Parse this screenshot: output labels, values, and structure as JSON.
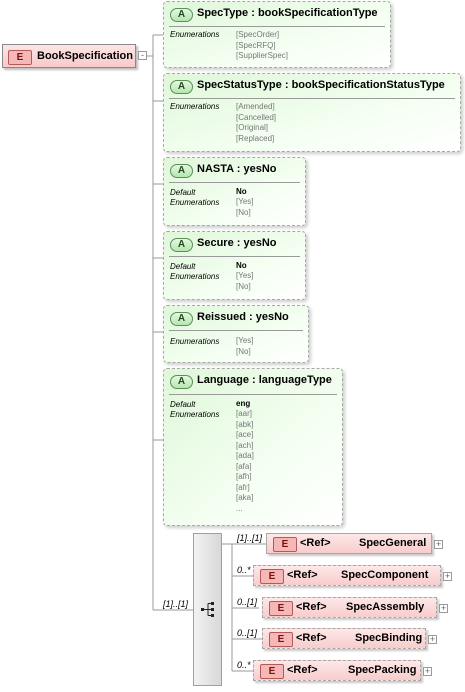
{
  "root": {
    "badge": "E",
    "name": "BookSpecification",
    "expander": "-"
  },
  "attributes": [
    {
      "badge": "A",
      "name": "SpecType",
      "type": "bookSpecificationType",
      "enum_label": "Enumerations",
      "enums": [
        "[SpecOrder]",
        "[SpecRFQ]",
        "[SupplierSpec]"
      ]
    },
    {
      "badge": "A",
      "name": "SpecStatusType",
      "type": "bookSpecificationStatusType",
      "enum_label": "Enumerations",
      "enums": [
        "[Amended]",
        "[Cancelled]",
        "[Original]",
        "[Replaced]"
      ]
    },
    {
      "badge": "A",
      "name": "NASTA",
      "type": "yesNo",
      "default_label": "Default",
      "default": "No",
      "enum_label": "Enumerations",
      "enums": [
        "[Yes]",
        "[No]"
      ]
    },
    {
      "badge": "A",
      "name": "Secure",
      "type": "yesNo",
      "default_label": "Default",
      "default": "No",
      "enum_label": "Enumerations",
      "enums": [
        "[Yes]",
        "[No]"
      ]
    },
    {
      "badge": "A",
      "name": "Reissued",
      "type": "yesNo",
      "enum_label": "Enumerations",
      "enums": [
        "[Yes]",
        "[No]"
      ]
    },
    {
      "badge": "A",
      "name": "Language",
      "type": "languageType",
      "default_label": "Default",
      "default": "eng",
      "enum_label": "Enumerations",
      "enums": [
        "[aar]",
        "[abk]",
        "[ace]",
        "[ach]",
        "[ada]",
        "[afa]",
        "[afh]",
        "[afr]",
        "[aka]",
        "..."
      ]
    }
  ],
  "separator": ":",
  "sequence": {
    "occurrence": "[1]..[1]"
  },
  "refs": [
    {
      "badge": "E",
      "tag": "<Ref>",
      "name": "SpecGeneral",
      "occurrence": "[1]..[1]",
      "expander": "+"
    },
    {
      "badge": "E",
      "tag": "<Ref>",
      "name": "SpecComponent",
      "occurrence": "0..*",
      "expander": "+"
    },
    {
      "badge": "E",
      "tag": "<Ref>",
      "name": "SpecAssembly",
      "occurrence": "0..[1]",
      "expander": "+"
    },
    {
      "badge": "E",
      "tag": "<Ref>",
      "name": "SpecBinding",
      "occurrence": "0..[1]",
      "expander": "+"
    },
    {
      "badge": "E",
      "tag": "<Ref>",
      "name": "SpecPacking",
      "occurrence": "0..*",
      "expander": "+"
    }
  ]
}
